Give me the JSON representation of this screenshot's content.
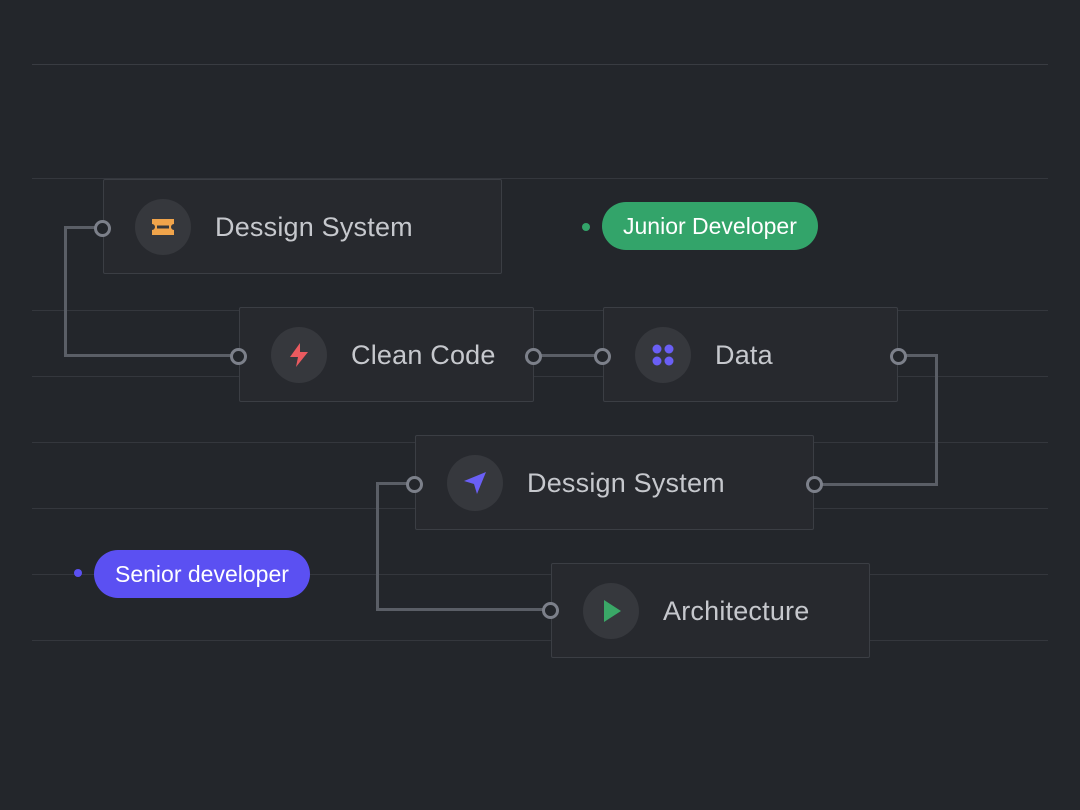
{
  "nodes": {
    "design_system_1": {
      "label": "Dessign System",
      "icon": "ticket-icon",
      "icon_color": "#f0a44b"
    },
    "clean_code": {
      "label": "Clean Code",
      "icon": "bolt-icon",
      "icon_color": "#ea5a5f"
    },
    "data": {
      "label": "Data",
      "icon": "grid-dots-icon",
      "icon_color": "#6a5ff5"
    },
    "design_system_2": {
      "label": "Dessign System",
      "icon": "navigation-arrow-icon",
      "icon_color": "#6a5ff5"
    },
    "architecture": {
      "label": "Architecture",
      "icon": "play-icon",
      "icon_color": "#3aa867"
    }
  },
  "badges": {
    "junior": {
      "label": "Junior Developer",
      "color": "#33a46a"
    },
    "senior": {
      "label": "Senior developer",
      "color": "#5b50f2"
    }
  },
  "colors": {
    "background": "#23262b",
    "node_border": "#3b3e44",
    "wire": "#5a5e66",
    "port": "#7c808a"
  }
}
